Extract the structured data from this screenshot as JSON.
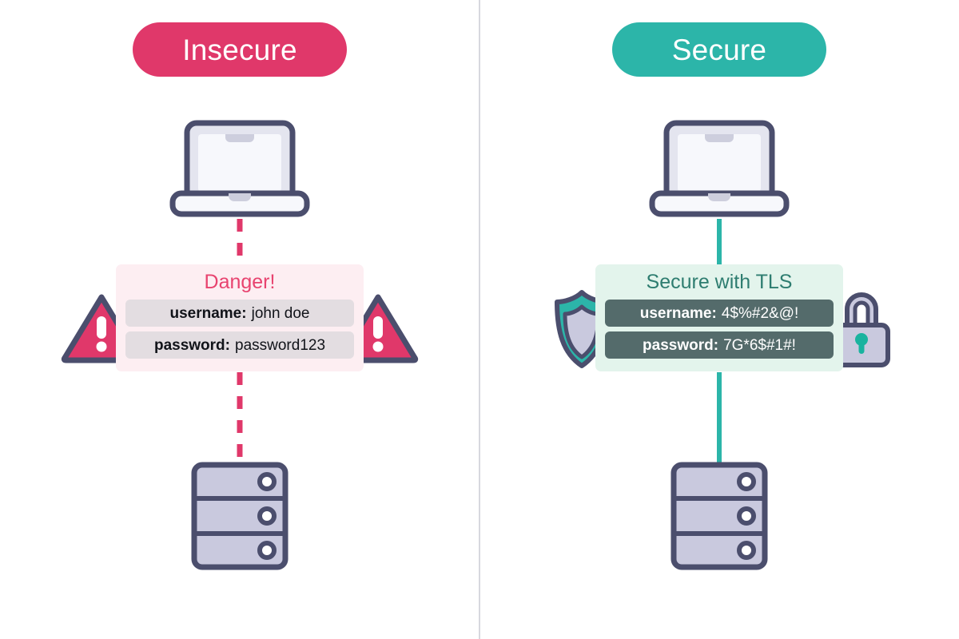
{
  "diagram": {
    "title": "Insecure versus Secure TLS credential transmission",
    "colors": {
      "insecure_accent": "#e0386a",
      "secure_accent": "#2cb5a9",
      "outline_navy": "#4b4e6d",
      "device_fill": "#c9c9de",
      "screen_fill": "#f4f5fb",
      "insecure_panel_bg": "#fdeef2",
      "secure_panel_bg": "#e3f4ec",
      "insecure_chip_bg": "#e3dde1",
      "secure_chip_bg": "#546b6b",
      "divider": "#d7d8de",
      "danger_text": "#e8436f",
      "secure_text": "#2e7d70"
    },
    "divider_label": "vertical-divider"
  },
  "left": {
    "badge_label": "Insecure",
    "panel_title": "Danger!",
    "laptop_label": "laptop-client",
    "server_label": "database-server",
    "connection_type": "dashed-unencrypted",
    "credentials": [
      {
        "key": "username:",
        "value": "john doe"
      },
      {
        "key": "password:",
        "value": "password123"
      }
    ],
    "icons": {
      "warning_left": "warning-triangle-icon",
      "warning_right": "warning-triangle-icon"
    }
  },
  "right": {
    "badge_label": "Secure",
    "panel_title": "Secure with TLS",
    "laptop_label": "laptop-client",
    "server_label": "database-server",
    "connection_type": "solid-encrypted",
    "credentials": [
      {
        "key": "username:",
        "value": "4$%#2&@!"
      },
      {
        "key": "password:",
        "value": "7G*6$#1#!"
      }
    ],
    "icons": {
      "shield": "shield-icon",
      "lock": "padlock-icon"
    }
  }
}
